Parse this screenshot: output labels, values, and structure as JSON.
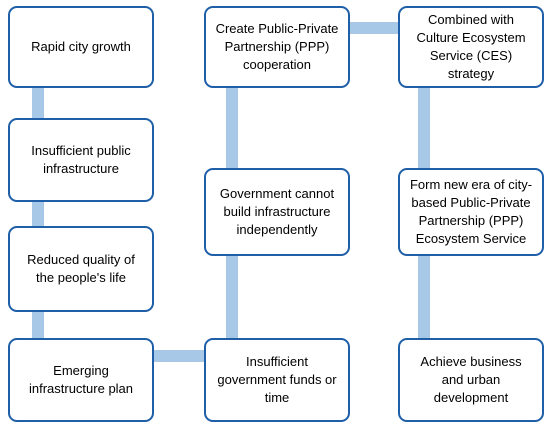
{
  "colors": {
    "box_border": "#1f5fa8",
    "box_fill": "#ffffff",
    "connector": "#a8c8e8",
    "text": "#000000"
  },
  "boxes": {
    "rapid_city_growth": "Rapid city growth",
    "insufficient_public_infrastructure": "Insufficient public infrastructure",
    "reduced_quality": "Reduced quality of the people's life",
    "emerging_infrastructure_plan": "Emerging infrastructure plan",
    "create_ppp": "Create Public-Private Partnership (PPP) cooperation",
    "government_cannot_build": "Government cannot build infrastructure independently",
    "insufficient_funds": "Insufficient government funds or time",
    "combined_ces": "Combined with Culture Ecosystem Service (CES) strategy",
    "form_new_era": "Form new era of city-based Public-Private Partnership (PPP) Ecosystem Service",
    "achieve_business": "Achieve business and urban development"
  }
}
